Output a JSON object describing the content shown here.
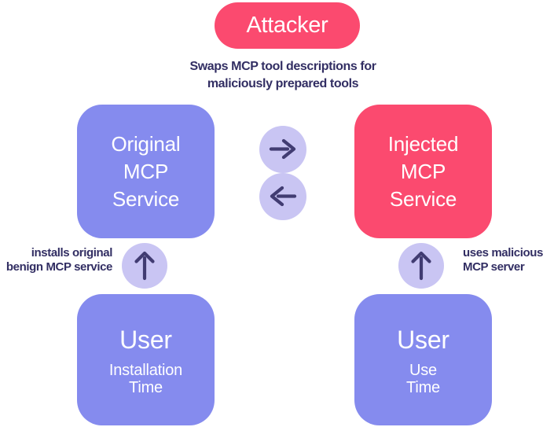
{
  "colors": {
    "attacker_pink": "#FB4A6F",
    "service_purple": "#858BEE",
    "circle_lavender": "#C9C5F3",
    "text_dark": "#322E63",
    "text_white": "#FFFFFF",
    "background": "#FFFFFF"
  },
  "attacker": {
    "label": "Attacker"
  },
  "attack_caption": {
    "line1": "Swaps MCP tool descriptions for",
    "line2": "maliciously prepared tools"
  },
  "exchange": {
    "top_icon": "arrow-right-icon",
    "bottom_icon": "arrow-left-icon"
  },
  "left_flow": {
    "service_label": "Original\nMCP\nService",
    "arrow_icon": "arrow-up-icon",
    "caption_line1": "installs original",
    "caption_line2": "benign MCP service",
    "user_title": "User",
    "user_subtitle": "Installation\nTime"
  },
  "right_flow": {
    "service_label": "Injected\nMCP\nService",
    "arrow_icon": "arrow-up-icon",
    "caption_line1": "uses malicious",
    "caption_line2": "MCP server",
    "user_title": "User",
    "user_subtitle": "Use\nTime"
  }
}
